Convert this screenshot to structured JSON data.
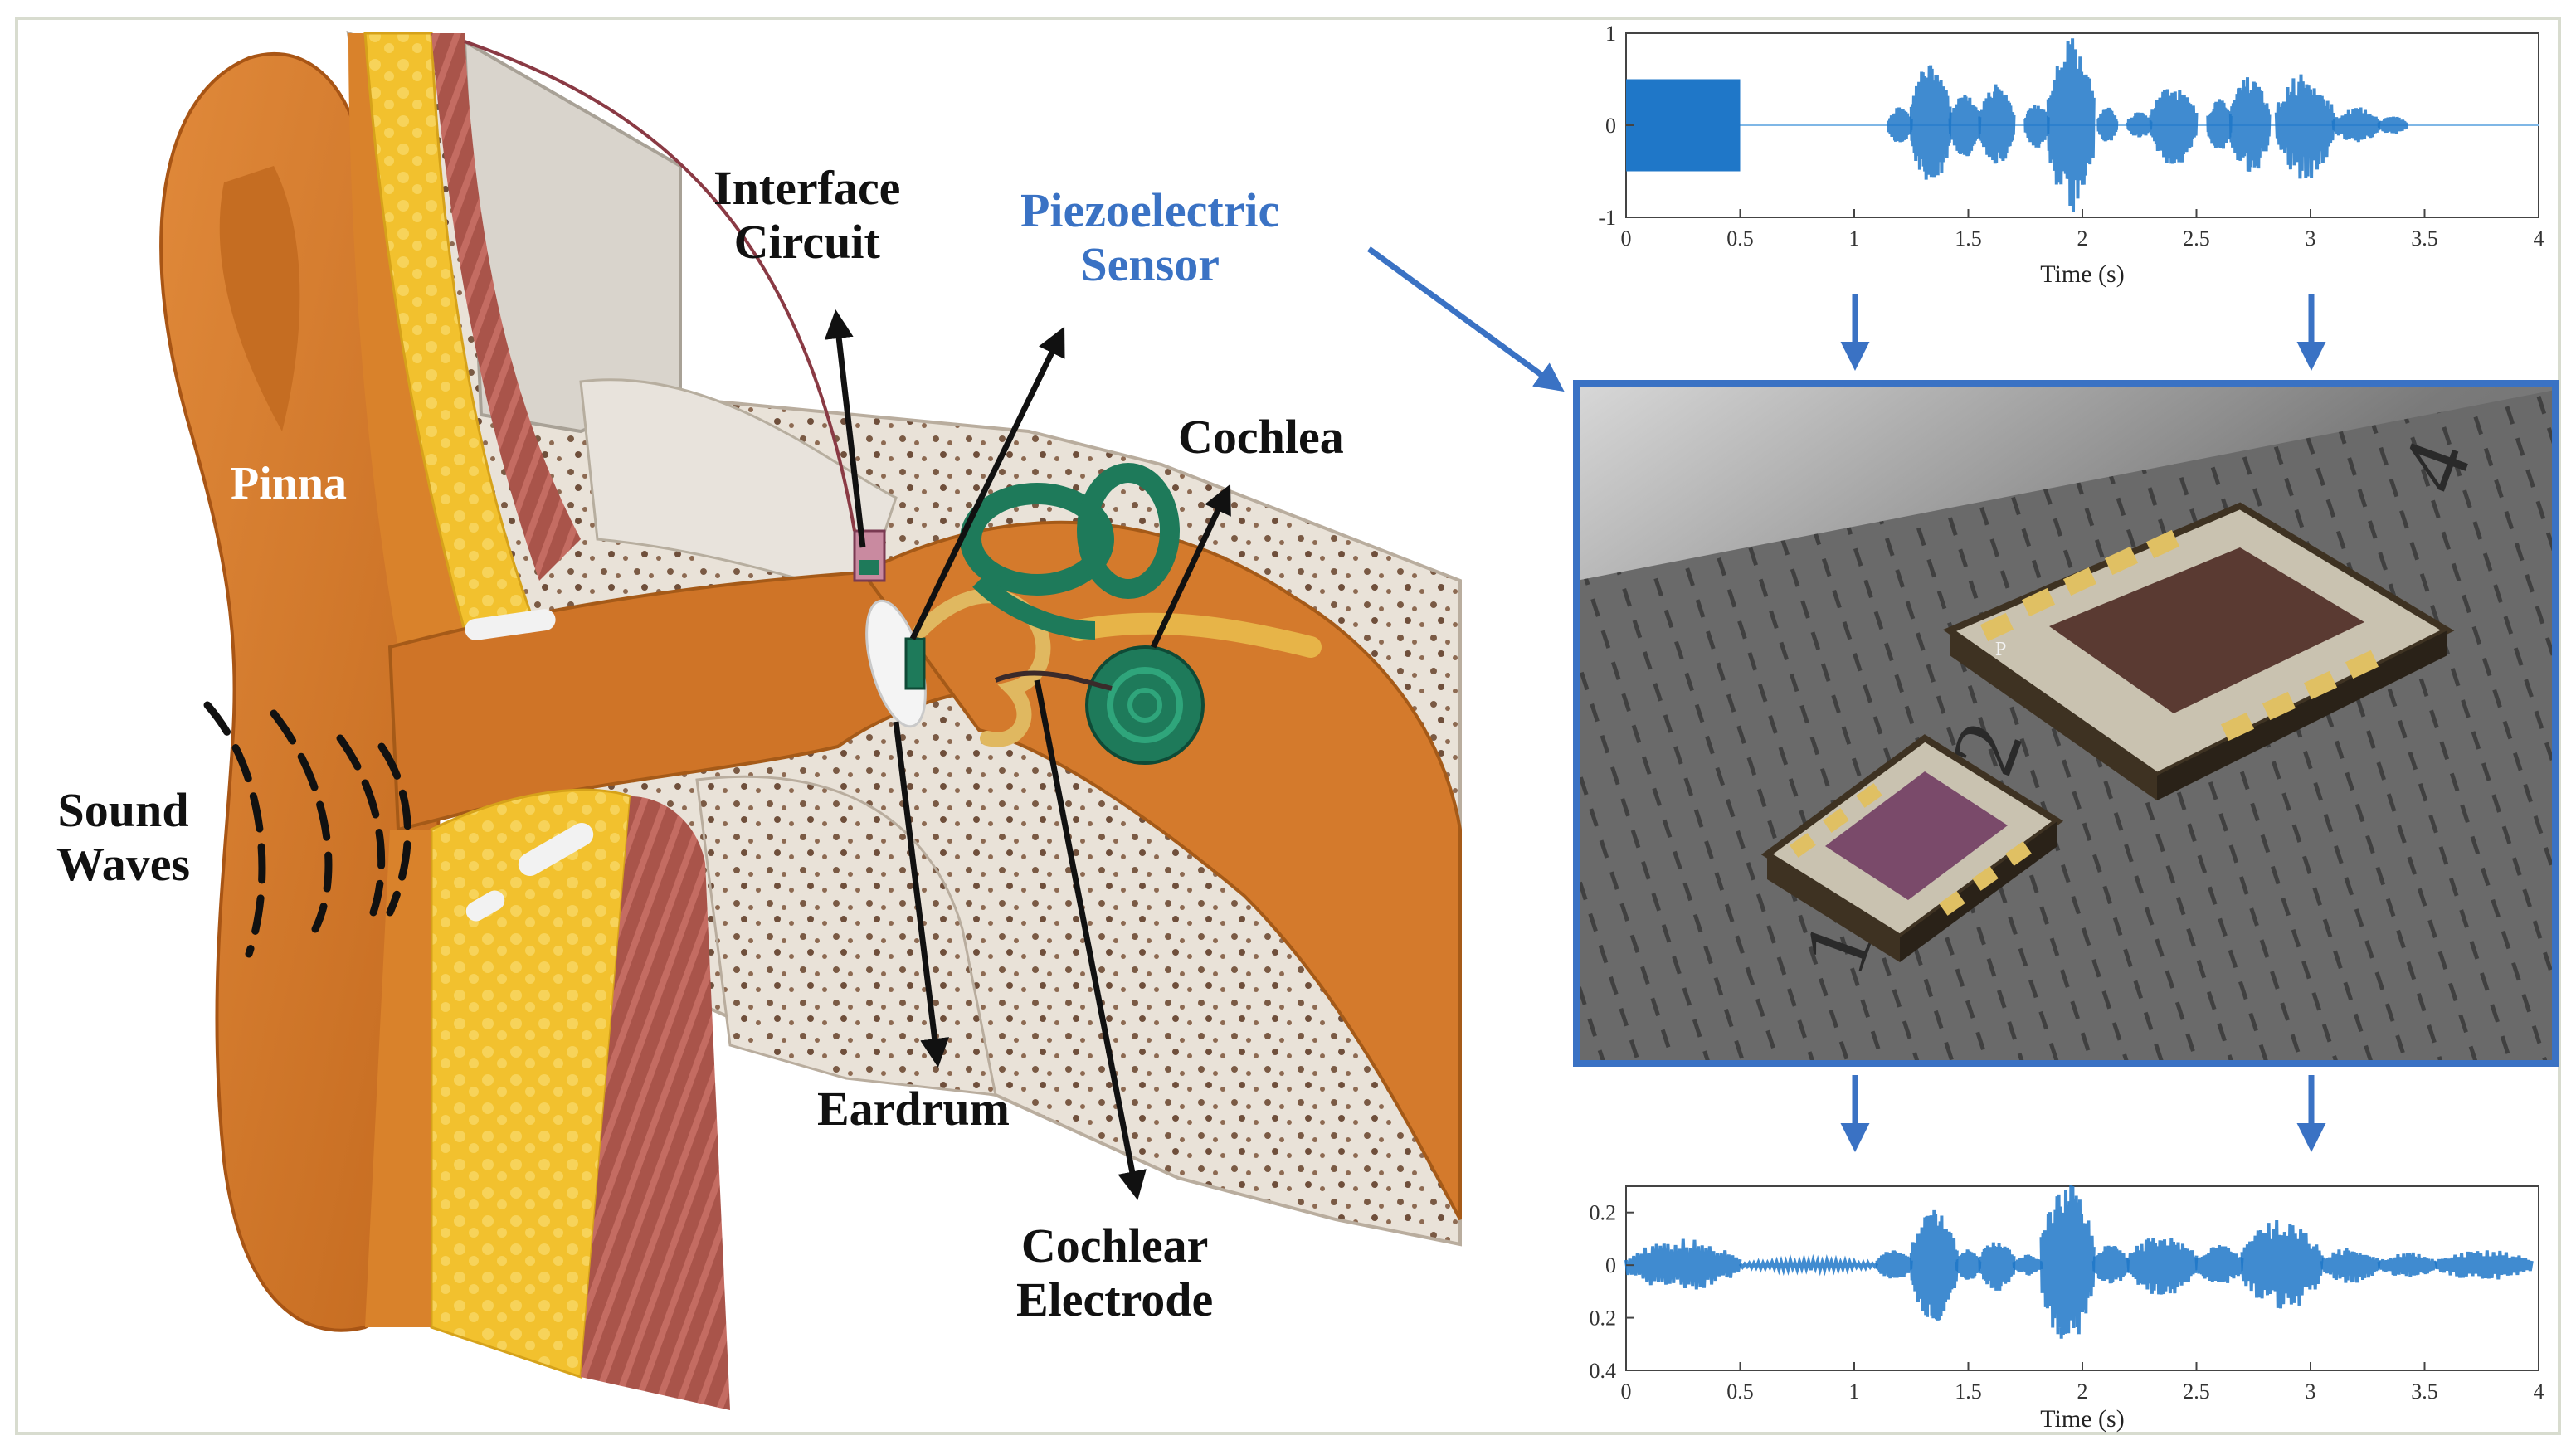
{
  "labels": {
    "interface_circuit": [
      "Interface",
      "Circuit"
    ],
    "piezoelectric_sensor": [
      "Piezoelectric",
      "Sensor"
    ],
    "cochlea": "Cochlea",
    "pinna": "Pinna",
    "sound_waves": [
      "Sound",
      "Waves"
    ],
    "eardrum": "Eardrum",
    "cochlear_electrode": [
      "Cochlear",
      "Electrode"
    ]
  },
  "sensor_photo": {
    "ruler_numbers": [
      "4",
      "2",
      "1"
    ],
    "chip_letter": "P"
  },
  "colors": {
    "accent_blue": "#3a72c4",
    "waveform_blue": "#1f77c8",
    "skin_orange": "#d9822b",
    "fat_yellow": "#f2c12e",
    "muscle_red": "#a9544a",
    "bone_grey": "#e7e1d8",
    "cochlea_green": "#1e7a5a"
  },
  "chart_data": [
    {
      "type": "line",
      "name": "input-audio",
      "xlabel": "Time (s)",
      "ylabel": "",
      "xlim": [
        0,
        4
      ],
      "ylim": [
        -1,
        1
      ],
      "xticks": [
        "0",
        "0.5",
        "1",
        "1.5",
        "2",
        "2.5",
        "3",
        "3.5",
        "4"
      ],
      "yticks": [
        "1",
        "0",
        "-1"
      ],
      "grid": false,
      "segments": [
        {
          "x_start": 0.0,
          "x_end": 0.5,
          "amplitude": 0.5,
          "shape": "rectangle"
        },
        {
          "x_start": 1.15,
          "x_end": 1.25,
          "amplitude": 0.2
        },
        {
          "x_start": 1.25,
          "x_end": 1.42,
          "amplitude": 0.7
        },
        {
          "x_start": 1.42,
          "x_end": 1.55,
          "amplitude": 0.35
        },
        {
          "x_start": 1.55,
          "x_end": 1.7,
          "amplitude": 0.45
        },
        {
          "x_start": 1.75,
          "x_end": 1.85,
          "amplitude": 0.25
        },
        {
          "x_start": 1.85,
          "x_end": 2.05,
          "amplitude": 0.95
        },
        {
          "x_start": 2.07,
          "x_end": 2.15,
          "amplitude": 0.2
        },
        {
          "x_start": 2.2,
          "x_end": 2.3,
          "amplitude": 0.15
        },
        {
          "x_start": 2.3,
          "x_end": 2.5,
          "amplitude": 0.45
        },
        {
          "x_start": 2.55,
          "x_end": 2.65,
          "amplitude": 0.3
        },
        {
          "x_start": 2.65,
          "x_end": 2.82,
          "amplitude": 0.55
        },
        {
          "x_start": 2.85,
          "x_end": 3.1,
          "amplitude": 0.6
        },
        {
          "x_start": 3.1,
          "x_end": 3.3,
          "amplitude": 0.2
        },
        {
          "x_start": 3.3,
          "x_end": 3.42,
          "amplitude": 0.1
        }
      ]
    },
    {
      "type": "line",
      "name": "sensor-output",
      "xlabel": "Time (s)",
      "ylabel": "",
      "xlim": [
        0,
        4
      ],
      "ylim": [
        -0.4,
        0.3
      ],
      "xticks": [
        "0",
        "0.5",
        "1",
        "1.5",
        "2",
        "2.5",
        "3",
        "3.5",
        "4"
      ],
      "yticks": [
        "0.2",
        "0",
        "0.2",
        "0.4"
      ],
      "grid": false,
      "segments": [
        {
          "x_start": 0.0,
          "x_end": 0.5,
          "amplitude": 0.1
        },
        {
          "x_start": 0.5,
          "x_end": 1.1,
          "amplitude": 0.02
        },
        {
          "x_start": 1.1,
          "x_end": 1.25,
          "amplitude": 0.06
        },
        {
          "x_start": 1.25,
          "x_end": 1.45,
          "amplitude": 0.22
        },
        {
          "x_start": 1.45,
          "x_end": 1.55,
          "amplitude": 0.06
        },
        {
          "x_start": 1.55,
          "x_end": 1.7,
          "amplitude": 0.1
        },
        {
          "x_start": 1.7,
          "x_end": 1.82,
          "amplitude": 0.04
        },
        {
          "x_start": 1.82,
          "x_end": 2.05,
          "amplitude": 0.32
        },
        {
          "x_start": 2.05,
          "x_end": 2.2,
          "amplitude": 0.08
        },
        {
          "x_start": 2.2,
          "x_end": 2.5,
          "amplitude": 0.12
        },
        {
          "x_start": 2.5,
          "x_end": 2.7,
          "amplitude": 0.08
        },
        {
          "x_start": 2.7,
          "x_end": 3.05,
          "amplitude": 0.18
        },
        {
          "x_start": 3.05,
          "x_end": 3.3,
          "amplitude": 0.07
        },
        {
          "x_start": 3.3,
          "x_end": 3.55,
          "amplitude": 0.05
        },
        {
          "x_start": 3.55,
          "x_end": 3.97,
          "amplitude": 0.06
        }
      ]
    }
  ]
}
